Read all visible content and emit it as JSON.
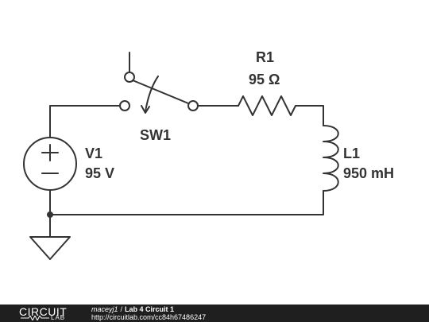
{
  "circuit": {
    "switch": {
      "label": "SW1"
    },
    "resistor": {
      "name": "R1",
      "value": "95 Ω"
    },
    "source": {
      "name": "V1",
      "value": "95 V"
    },
    "inductor": {
      "name": "L1",
      "value": "950 mH"
    }
  },
  "footer": {
    "logo_top": "CIRCUIT",
    "logo_bottom": "LAB",
    "author": "maceyj1",
    "separator": "/",
    "title": "Lab 4 Circuit 1",
    "url": "http://circuitlab.com/cc84h67486247"
  },
  "colors": {
    "wire": "#333333",
    "footer_bg": "#1f1f1f"
  }
}
